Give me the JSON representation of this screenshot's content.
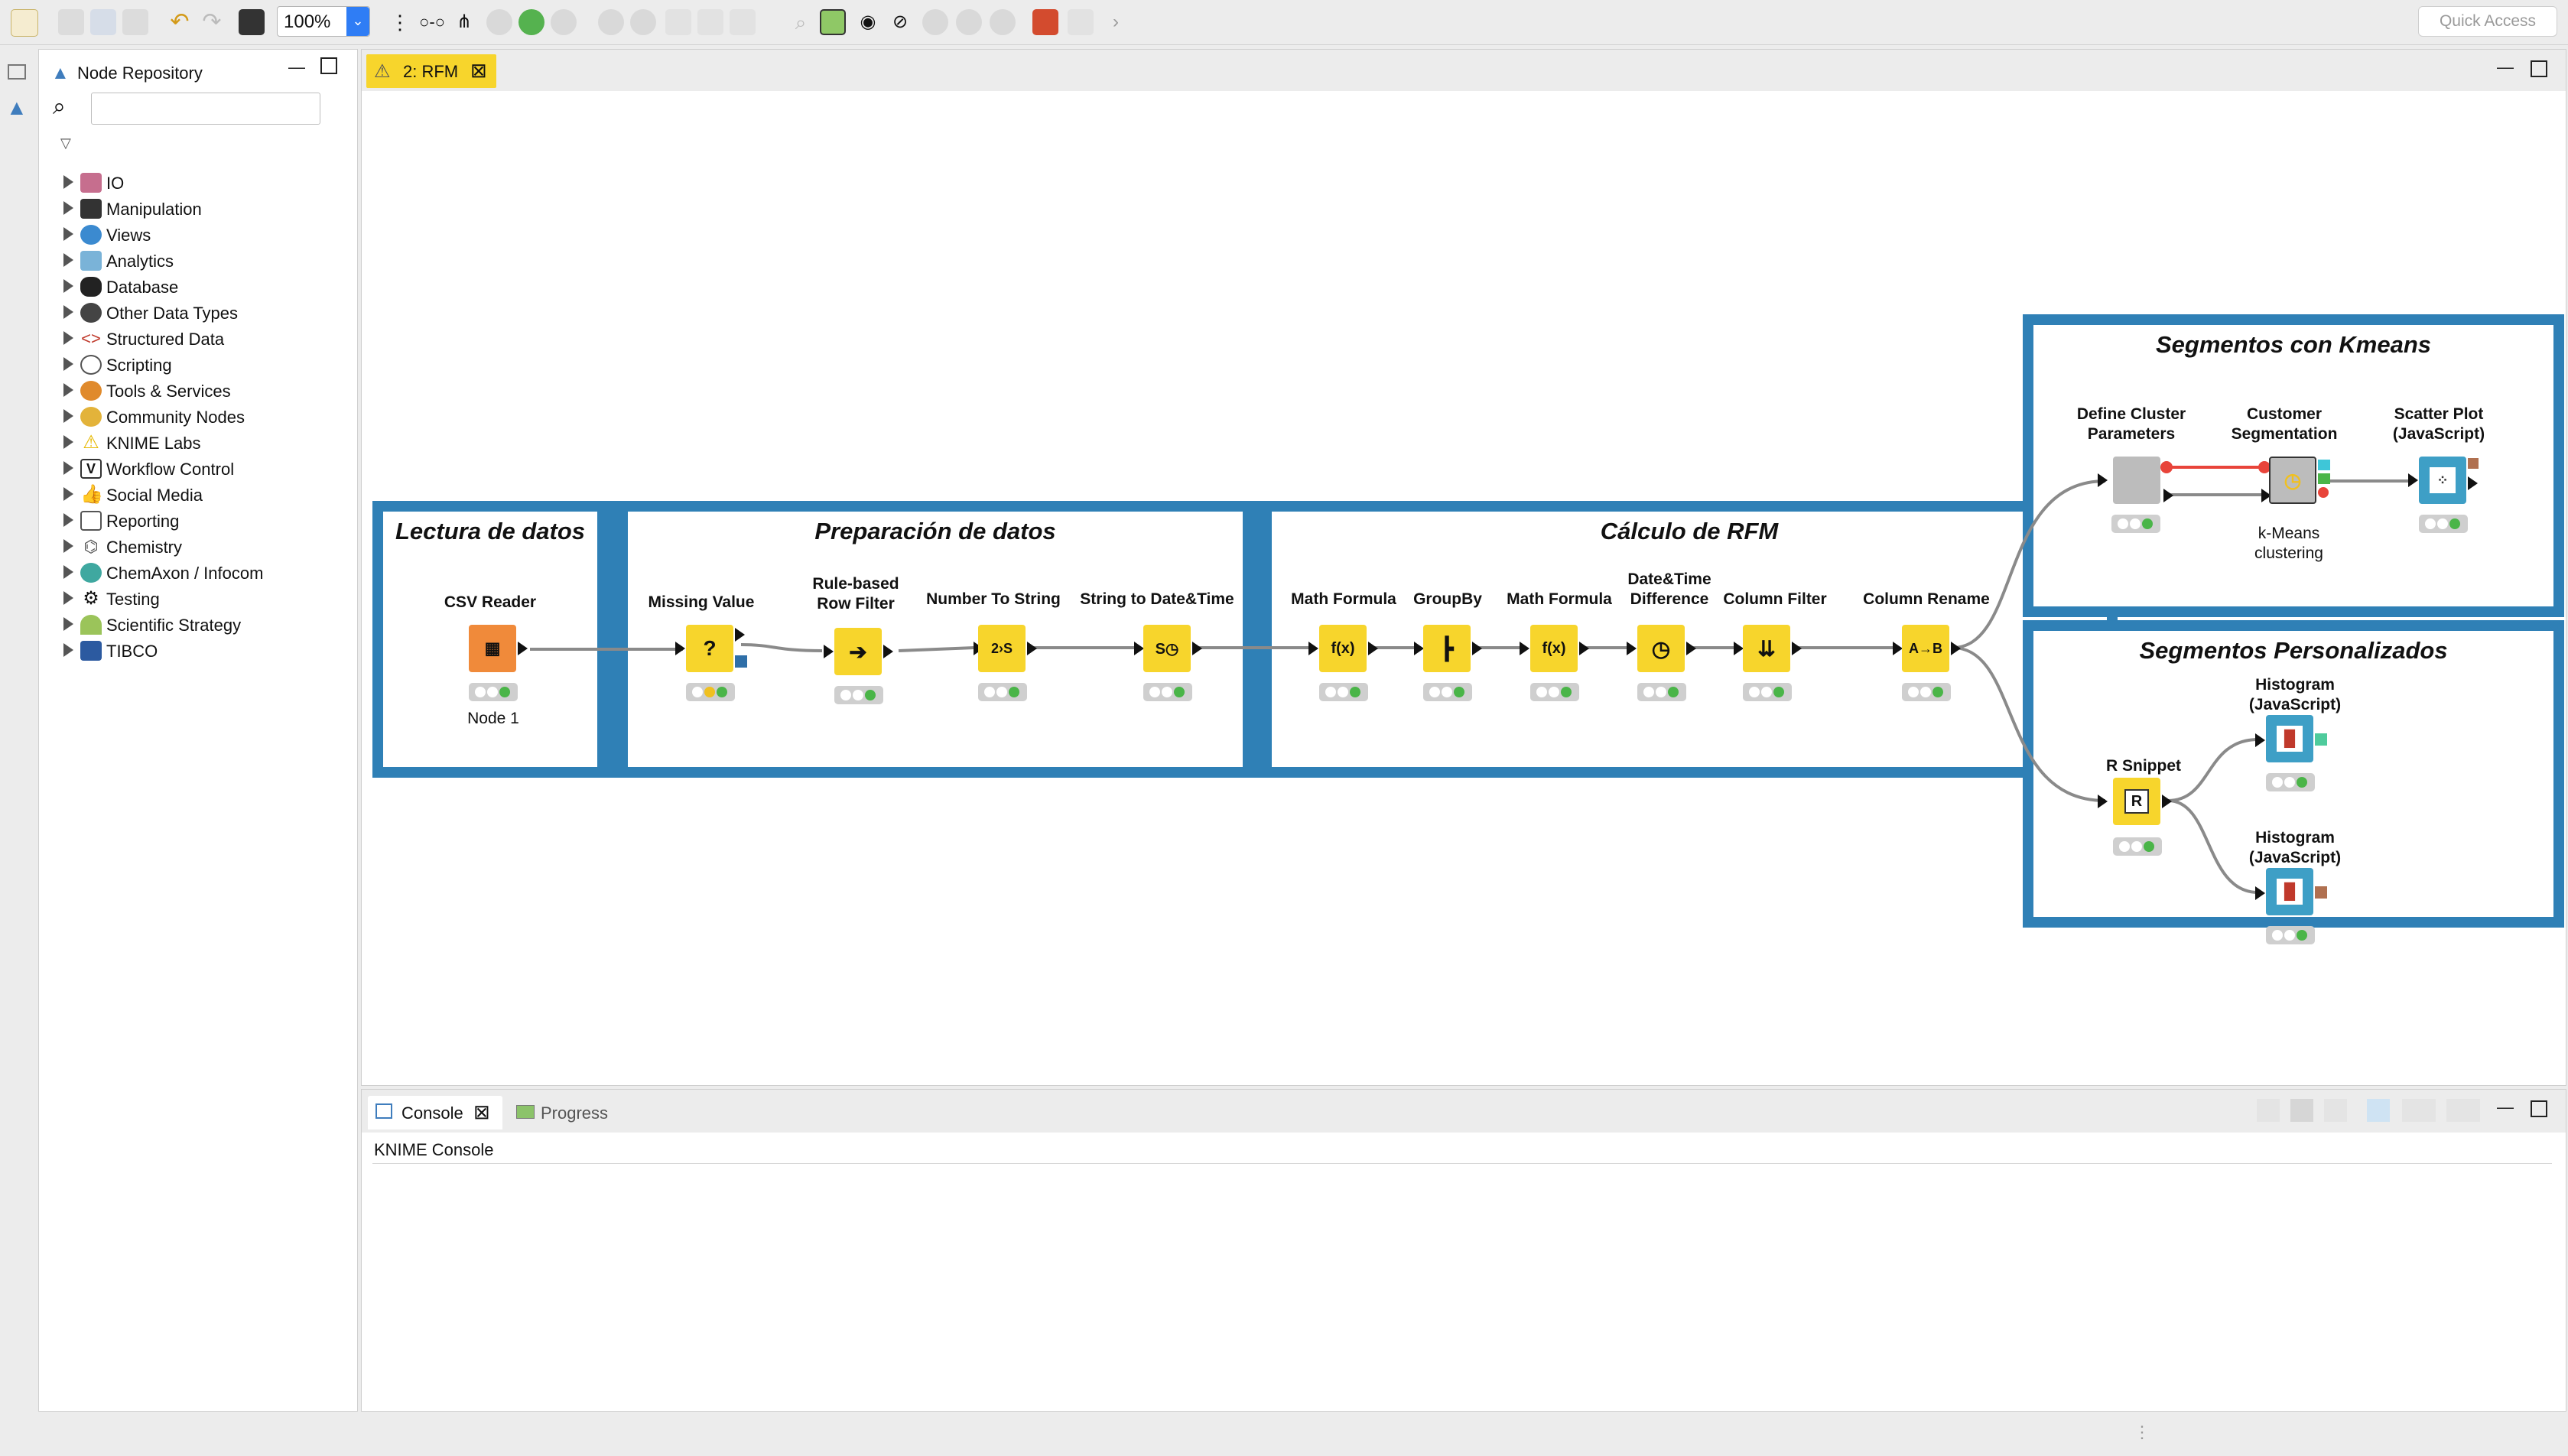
{
  "toolbar": {
    "zoom_value": "100%",
    "quick_access_placeholder": "Quick Access",
    "icons": [
      "new-icon",
      "save-icon",
      "save-all-icon",
      "save-as-icon",
      "undo-icon",
      "redo-icon",
      "node-monitor-icon",
      "configure-icon",
      "connect-icon",
      "layout-icon",
      "execute-icon",
      "execute-all-icon",
      "execute-open-icon",
      "cancel-icon",
      "cancel-all-icon",
      "reset-icon",
      "comment-icon",
      "view-icon",
      "zoom-icon",
      "grid-icon",
      "eye-icon",
      "hide-icon",
      "step-icon",
      "pause-icon",
      "resume-icon",
      "tool-icon",
      "layout-view-icon"
    ]
  },
  "repository": {
    "tab_label": "Node Repository",
    "search_placeholder": "",
    "items": [
      {
        "label": "IO",
        "icon": "io-icon"
      },
      {
        "label": "Manipulation",
        "icon": "wrench-icon"
      },
      {
        "label": "Views",
        "icon": "magnifier-icon"
      },
      {
        "label": "Analytics",
        "icon": "cube-icon"
      },
      {
        "label": "Database",
        "icon": "database-icon"
      },
      {
        "label": "Other Data Types",
        "icon": "gears-icon"
      },
      {
        "label": "Structured Data",
        "icon": "code-icon"
      },
      {
        "label": "Scripting",
        "icon": "ellipsis-icon"
      },
      {
        "label": "Tools & Services",
        "icon": "tools-icon"
      },
      {
        "label": "Community Nodes",
        "icon": "community-icon"
      },
      {
        "label": "KNIME Labs",
        "icon": "warning-icon"
      },
      {
        "label": "Workflow Control",
        "icon": "v-icon"
      },
      {
        "label": "Social Media",
        "icon": "thumbs-up-icon"
      },
      {
        "label": "Reporting",
        "icon": "report-icon"
      },
      {
        "label": "Chemistry",
        "icon": "molecule-icon"
      },
      {
        "label": "ChemAxon / Infocom",
        "icon": "chemaxon-icon"
      },
      {
        "label": "Testing",
        "icon": "gear-icon"
      },
      {
        "label": "Scientific Strategy",
        "icon": "strategy-icon"
      },
      {
        "label": "TIBCO",
        "icon": "tibco-icon"
      }
    ]
  },
  "editor": {
    "tab_label": "2: RFM",
    "groups": {
      "lectura": "Lectura de datos",
      "preparacion": "Preparación de datos",
      "calculo": "Cálculo de RFM",
      "kmeans": "Segmentos con Kmeans",
      "personalizados": "Segmentos Personalizados"
    },
    "nodes": {
      "csv_reader": {
        "label": "CSV Reader",
        "sub": "Node 1"
      },
      "missing_value": {
        "label": "Missing Value"
      },
      "row_filter": {
        "label1": "Rule-based",
        "label2": "Row Filter"
      },
      "number_to_string": {
        "label": "Number To String"
      },
      "string_to_date": {
        "label": "String to Date&Time"
      },
      "math_formula_1": {
        "label": "Math Formula"
      },
      "groupby": {
        "label": "GroupBy"
      },
      "math_formula_2": {
        "label": "Math Formula"
      },
      "date_diff": {
        "label1": "Date&Time",
        "label2": "Difference"
      },
      "column_filter": {
        "label": "Column Filter"
      },
      "column_rename": {
        "label": "Column Rename"
      },
      "define_cluster": {
        "label1": "Define Cluster",
        "label2": "Parameters"
      },
      "customer_seg": {
        "label1": "Customer",
        "label2": "Segmentation",
        "sub1": "k-Means",
        "sub2": "clustering"
      },
      "scatter_plot": {
        "label1": "Scatter Plot",
        "label2": "(JavaScript)"
      },
      "r_snippet": {
        "label": "R Snippet"
      },
      "histogram_1": {
        "label1": "Histogram",
        "label2": "(JavaScript)"
      },
      "histogram_2": {
        "label1": "Histogram",
        "label2": "(JavaScript)"
      }
    }
  },
  "console": {
    "tab_label": "Console",
    "progress_label": "Progress",
    "title": "KNIME Console"
  },
  "colors": {
    "group_border": "#2f80b6",
    "source_node": "#f08a3a",
    "manipulator_node": "#f7d52c",
    "meta_node": "#bcbcbc",
    "view_node": "#3e9fc6",
    "status_green": "#4ab548",
    "tab_yellow": "#f7d52c"
  }
}
